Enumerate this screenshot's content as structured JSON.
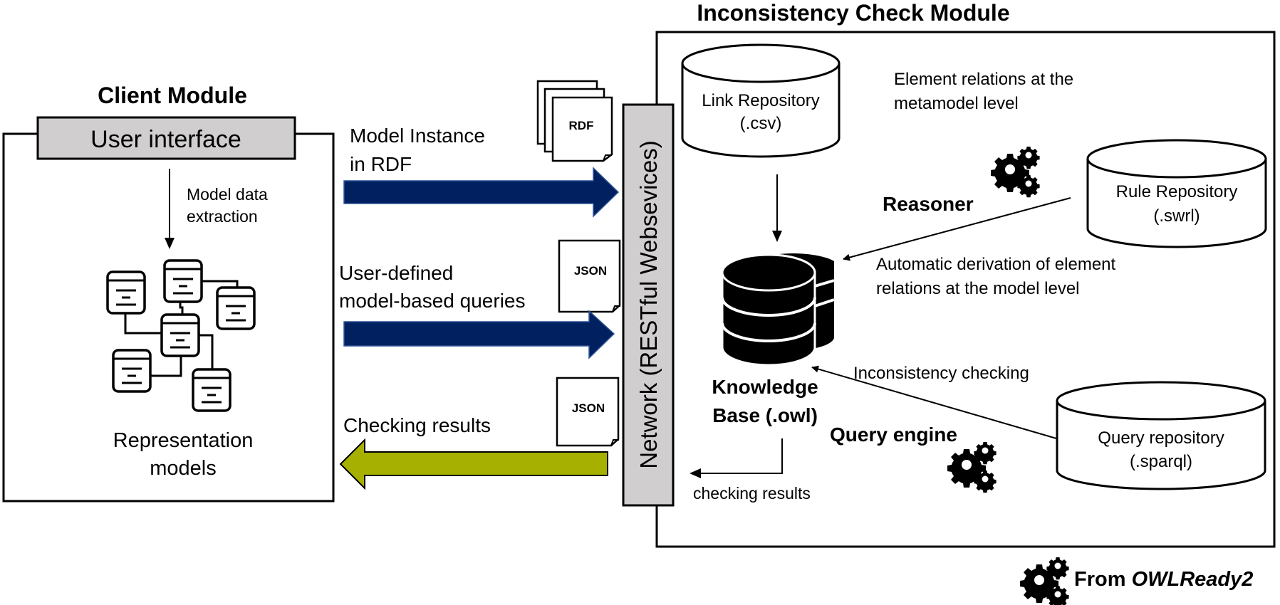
{
  "client_module": {
    "title": "Client Module",
    "user_interface": "User interface",
    "extraction_label": [
      "Model data",
      "extraction"
    ],
    "representation_label": [
      "Representation",
      "models"
    ]
  },
  "transfers": {
    "rdf": {
      "label": [
        "Model Instance",
        "in RDF"
      ],
      "doc_label": "RDF",
      "direction": "right",
      "color": "#002060"
    },
    "queries": {
      "label": [
        "User-defined",
        "model-based queries"
      ],
      "doc_label": "JSON",
      "direction": "right",
      "color": "#002060"
    },
    "results": {
      "label": [
        "Checking results"
      ],
      "doc_label": "JSON",
      "direction": "left",
      "color": "#a6b000"
    }
  },
  "network": {
    "label": "Network (RESTful Websevices)"
  },
  "check_module": {
    "title": "Inconsistency Check Module",
    "link_repository": [
      "Link Repository",
      "(.csv)"
    ],
    "link_note": [
      "Element relations at the",
      "metamodel level"
    ],
    "reasoner": "Reasoner",
    "rule_repository": [
      "Rule Repository",
      "(.swrl)"
    ],
    "derivation_note": [
      "Automatic derivation of element",
      "relations at the model level"
    ],
    "knowledge_base": [
      "Knowledge",
      "Base (.owl)"
    ],
    "inconsistency_note": "Inconsistency checking",
    "query_engine": "Query engine",
    "query_repository": [
      "Query repository",
      "(.sparql)"
    ],
    "results_note": "checking results"
  },
  "legend": {
    "prefix": "From ",
    "source": "OWLReady2"
  }
}
